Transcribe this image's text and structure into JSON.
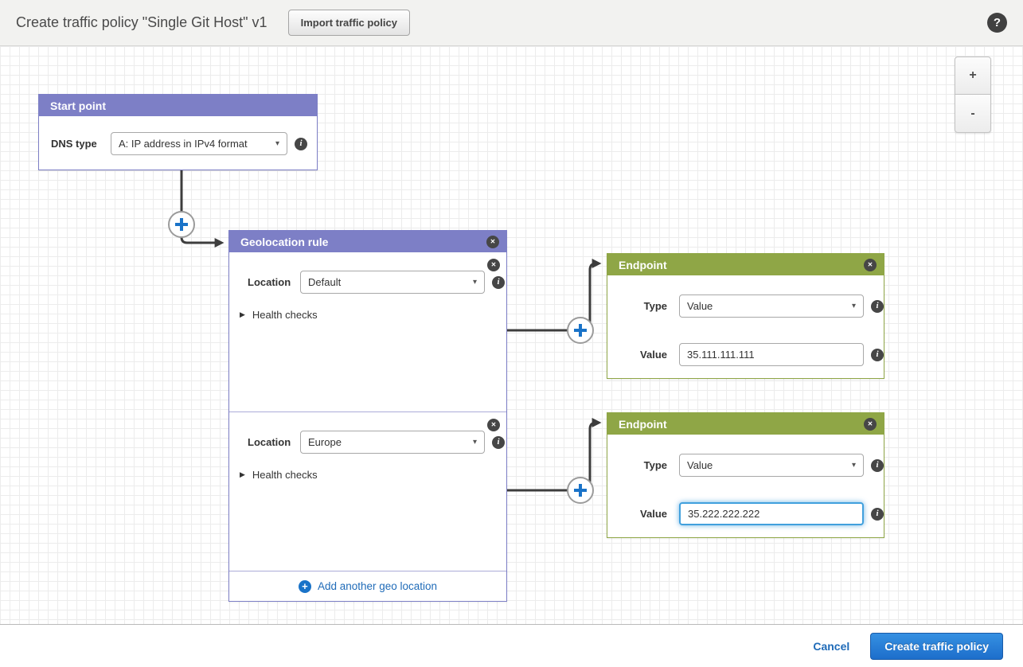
{
  "header": {
    "title": "Create traffic policy \"Single Git Host\" v1",
    "import_button_label": "Import traffic policy"
  },
  "icons": {
    "help": "?",
    "close": "✕",
    "info": "i",
    "plus": "+",
    "dropdown_arrow": "▾",
    "collapsed_arrow": "▶"
  },
  "zoom_controls": {
    "zoom_in_label": "+",
    "zoom_out_label": "-"
  },
  "start_point": {
    "title": "Start point",
    "dns_type_label": "DNS type",
    "dns_type_value": "A: IP address in IPv4 format"
  },
  "geolocation_rule": {
    "title": "Geolocation rule",
    "sections": [
      {
        "location_label": "Location",
        "location_value": "Default",
        "health_checks_label": "Health checks"
      },
      {
        "location_label": "Location",
        "location_value": "Europe",
        "health_checks_label": "Health checks"
      }
    ],
    "add_another_label": "Add another geo location"
  },
  "endpoints": [
    {
      "title": "Endpoint",
      "type_label": "Type",
      "type_value": "Value",
      "value_label": "Value",
      "value_text": "35.111.111.111"
    },
    {
      "title": "Endpoint",
      "type_label": "Type",
      "type_value": "Value",
      "value_label": "Value",
      "value_text": "35.222.222.222"
    }
  ],
  "footer": {
    "cancel_label": "Cancel",
    "create_button_label": "Create traffic policy"
  },
  "colors": {
    "rule_header_purple": "#7d7fc6",
    "endpoint_header_green": "#8fa646",
    "primary_button_blue": "#1d6ecb",
    "link_blue": "#1f6bb8",
    "connector_gray": "#3d3d3d",
    "plus_blue": "#1a73c8",
    "focus_ring_blue": "#41a0dd"
  }
}
